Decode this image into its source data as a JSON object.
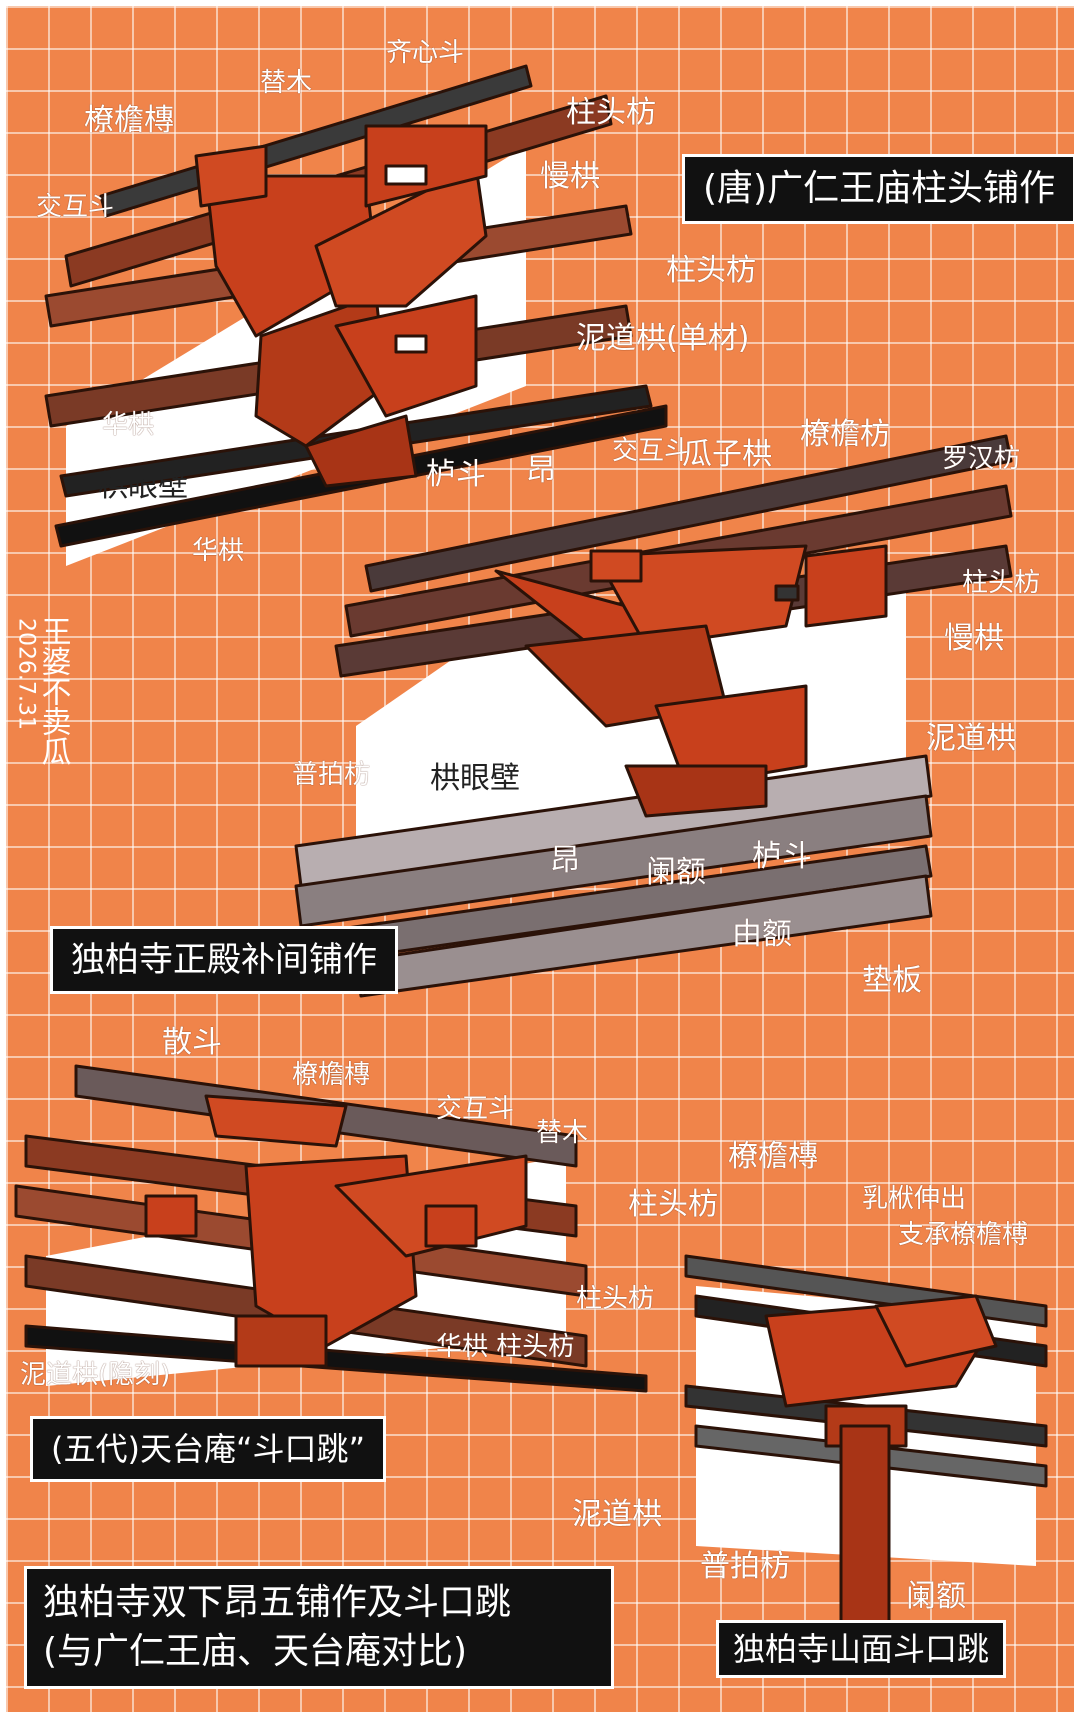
{
  "titles": {
    "tang": "(唐)广仁王庙柱头铺作",
    "dule_buji": "独柏寺正殿补间铺作",
    "tiantai": "(五代)天台庵“斗口跳”",
    "main_title_line1": "独柏寺双下昂五铺作及斗口跳",
    "main_title_line2": "(与广仁王庙、天台庵对比)",
    "shanmian": "独柏寺山面斗口跳"
  },
  "signature": {
    "author": "王婆不卖瓜",
    "date": "2026.7.31"
  },
  "labels": {
    "s1": {
      "liaoyantuan": "橑檐槫",
      "timu": "替木",
      "qixindou": "齐心斗",
      "zhutoufang_top": "柱头枋",
      "jiaohudou": "交互斗",
      "mangong": "慢栱",
      "zhutoufang_mid": "柱头枋",
      "nidaogong": "泥道栱(单材)",
      "huagong_left": "华栱",
      "gongyanbi": "栱眼壁",
      "ludou": "栌斗",
      "huagong_bottom": "华栱"
    },
    "s2": {
      "ang_top": "昂",
      "jiaohudou": "交互斗",
      "guazigong": "瓜子栱",
      "liaoyanfang": "橑檐枋",
      "luohanfang": "罗汉枋",
      "zhutoufang": "柱头枋",
      "mangong": "慢栱",
      "nidaogong": "泥道栱",
      "pupaifang": "普拍枋",
      "gongyanbi": "栱眼壁",
      "ang_bottom": "昂",
      "lan_e": "阑额",
      "ludou": "栌斗",
      "you_e": "由额",
      "dianban": "垫板"
    },
    "s3": {
      "sandou": "散斗",
      "liaoyantuan": "橑檐槫",
      "jiaohudou": "交互斗",
      "timu": "替木",
      "zhutoufang_top": "柱头枋",
      "zhutoufang_mid": "柱头枋",
      "nidaogong": "泥道栱(隐刻)",
      "huagong_zhutoufang": "华栱 柱头枋"
    },
    "s4": {
      "liaoyantuan": "橑檐槫",
      "zhafu_line1": "乳栿伸出",
      "zhafu_line2": "支承橑檐榑",
      "nidaogong": "泥道栱",
      "pupaifang": "普拍枋",
      "lan_e": "阑额"
    }
  },
  "colors": {
    "grid_background": "#f0844a",
    "grid_lines": "#ffffff",
    "timber_red": "#c8401c",
    "timber_dark": "#5a2410",
    "beam_gray": "#8a7f80",
    "wall_white": "#ffffff",
    "title_box": "#111111"
  }
}
